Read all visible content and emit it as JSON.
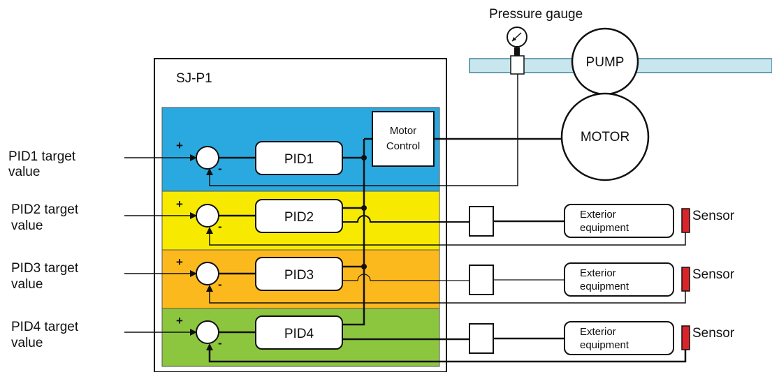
{
  "diagram": {
    "title_pressure_gauge": "Pressure gauge",
    "controller_name": "SJ-P1",
    "pump_label": "PUMP",
    "motor_label": "MOTOR",
    "motor_control_line1": "Motor",
    "motor_control_line2": "Control",
    "plus_sign": "+",
    "minus_sign": "-",
    "exterior_line1": "Exterior",
    "exterior_line2": "equipment",
    "sensor_label": "Sensor",
    "channels": [
      {
        "pid": "PID1",
        "target_line1": "PID1 target",
        "target_line2": "value",
        "band_color": "#2aa9e0"
      },
      {
        "pid": "PID2",
        "target_line1": "PID2 target",
        "target_line2": "value",
        "band_color": "#f7ea00"
      },
      {
        "pid": "PID3",
        "target_line1": "PID3 target",
        "target_line2": "value",
        "band_color": "#fbb91d"
      },
      {
        "pid": "PID4",
        "target_line1": "PID4 target",
        "target_line2": "value",
        "band_color": "#8cc63e"
      }
    ],
    "colors": {
      "pipe": "#c8e6ee",
      "sensor": "#d9252a",
      "line": "#111111"
    }
  }
}
